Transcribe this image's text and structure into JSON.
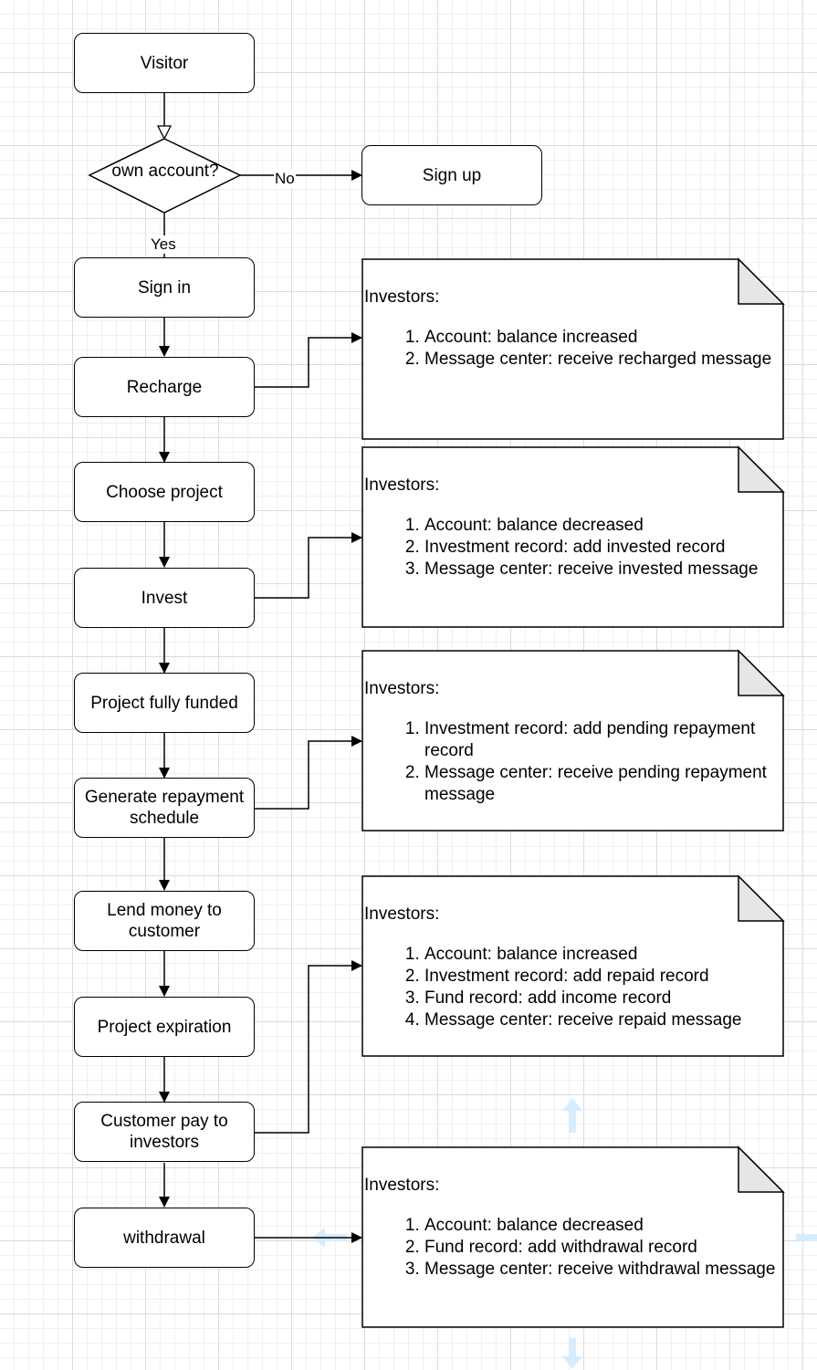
{
  "flowchart": {
    "steps": {
      "visitor": "Visitor",
      "sign_up": "Sign up",
      "sign_in": "Sign in",
      "recharge": "Recharge",
      "choose_project": "Choose project",
      "invest": "Invest",
      "project_fully_funded": "Project fully funded",
      "generate_repayment_schedule": "Generate repayment schedule",
      "lend_money": "Lend money to customer",
      "project_expiration": "Project expiration",
      "customer_pay": "Customer pay to investors",
      "withdrawal": "withdrawal"
    },
    "decision": {
      "question": "own account?",
      "no_label": "No",
      "yes_label": "Yes"
    }
  },
  "notes": [
    {
      "title": "Investors:",
      "items": [
        "Account: balance increased",
        "Message center: receive recharged message"
      ]
    },
    {
      "title": "Investors:",
      "items": [
        "Account: balance decreased",
        "Investment record: add invested record",
        "Message center: receive invested message"
      ]
    },
    {
      "title": "Investors:",
      "items": [
        "Investment record: add pending repayment record",
        "Message center: receive pending repayment message"
      ]
    },
    {
      "title": "Investors:",
      "items": [
        "Account: balance increased",
        "Investment record: add repaid record",
        "Fund record: add income record",
        "Message center: receive repaid message"
      ]
    },
    {
      "title": "Investors:",
      "items": [
        "Account: balance decreased",
        "Fund record: add withdrawal record",
        "Message center: receive withdrawal message"
      ]
    }
  ],
  "colors": {
    "stroke": "#000000",
    "note_fold": "#e6e6e6",
    "hint_arrow": "#d6ecff",
    "grid": "#dcdcdc"
  },
  "icons": [
    "arrow-up-hint-icon",
    "arrow-down-hint-icon",
    "arrow-left-hint-icon",
    "arrow-right-hint-icon"
  ]
}
